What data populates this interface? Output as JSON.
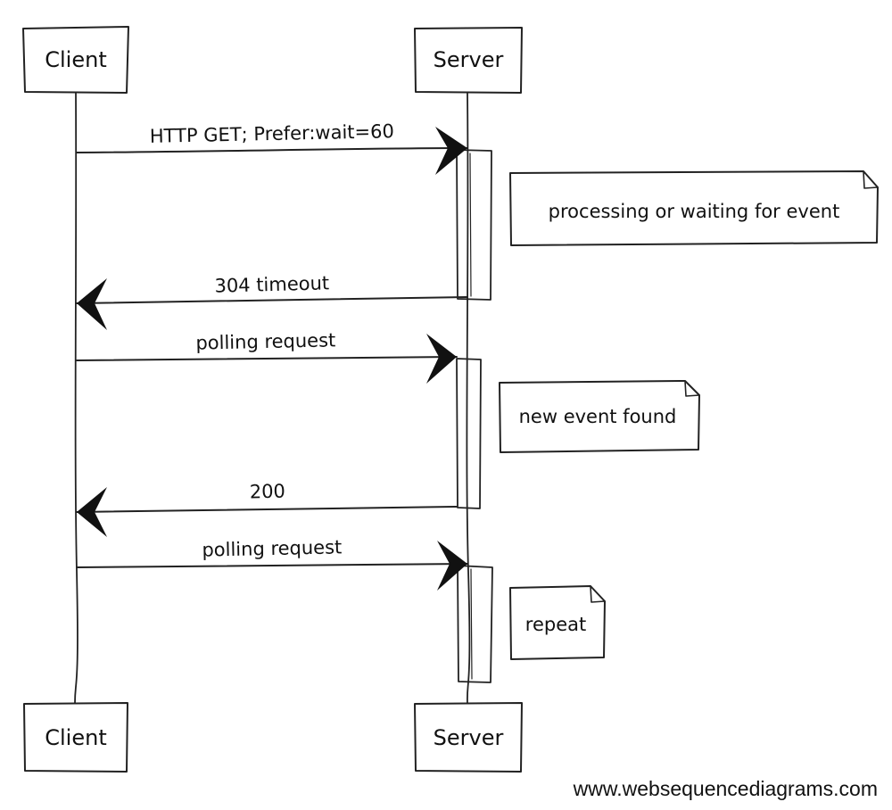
{
  "participants": {
    "client": "Client",
    "server": "Server"
  },
  "messages": [
    {
      "label": "HTTP GET; Prefer:wait=60",
      "from": "client",
      "to": "server"
    },
    {
      "label": "304 timeout",
      "from": "server",
      "to": "client"
    },
    {
      "label": "polling request",
      "from": "client",
      "to": "server"
    },
    {
      "label": "200",
      "from": "server",
      "to": "client"
    },
    {
      "label": "polling request",
      "from": "client",
      "to": "server"
    }
  ],
  "notes": [
    {
      "text": "processing or waiting for event"
    },
    {
      "text": "new event found"
    },
    {
      "text": "repeat"
    }
  ],
  "footer": {
    "watermark": "www.websequencediagrams.com"
  }
}
